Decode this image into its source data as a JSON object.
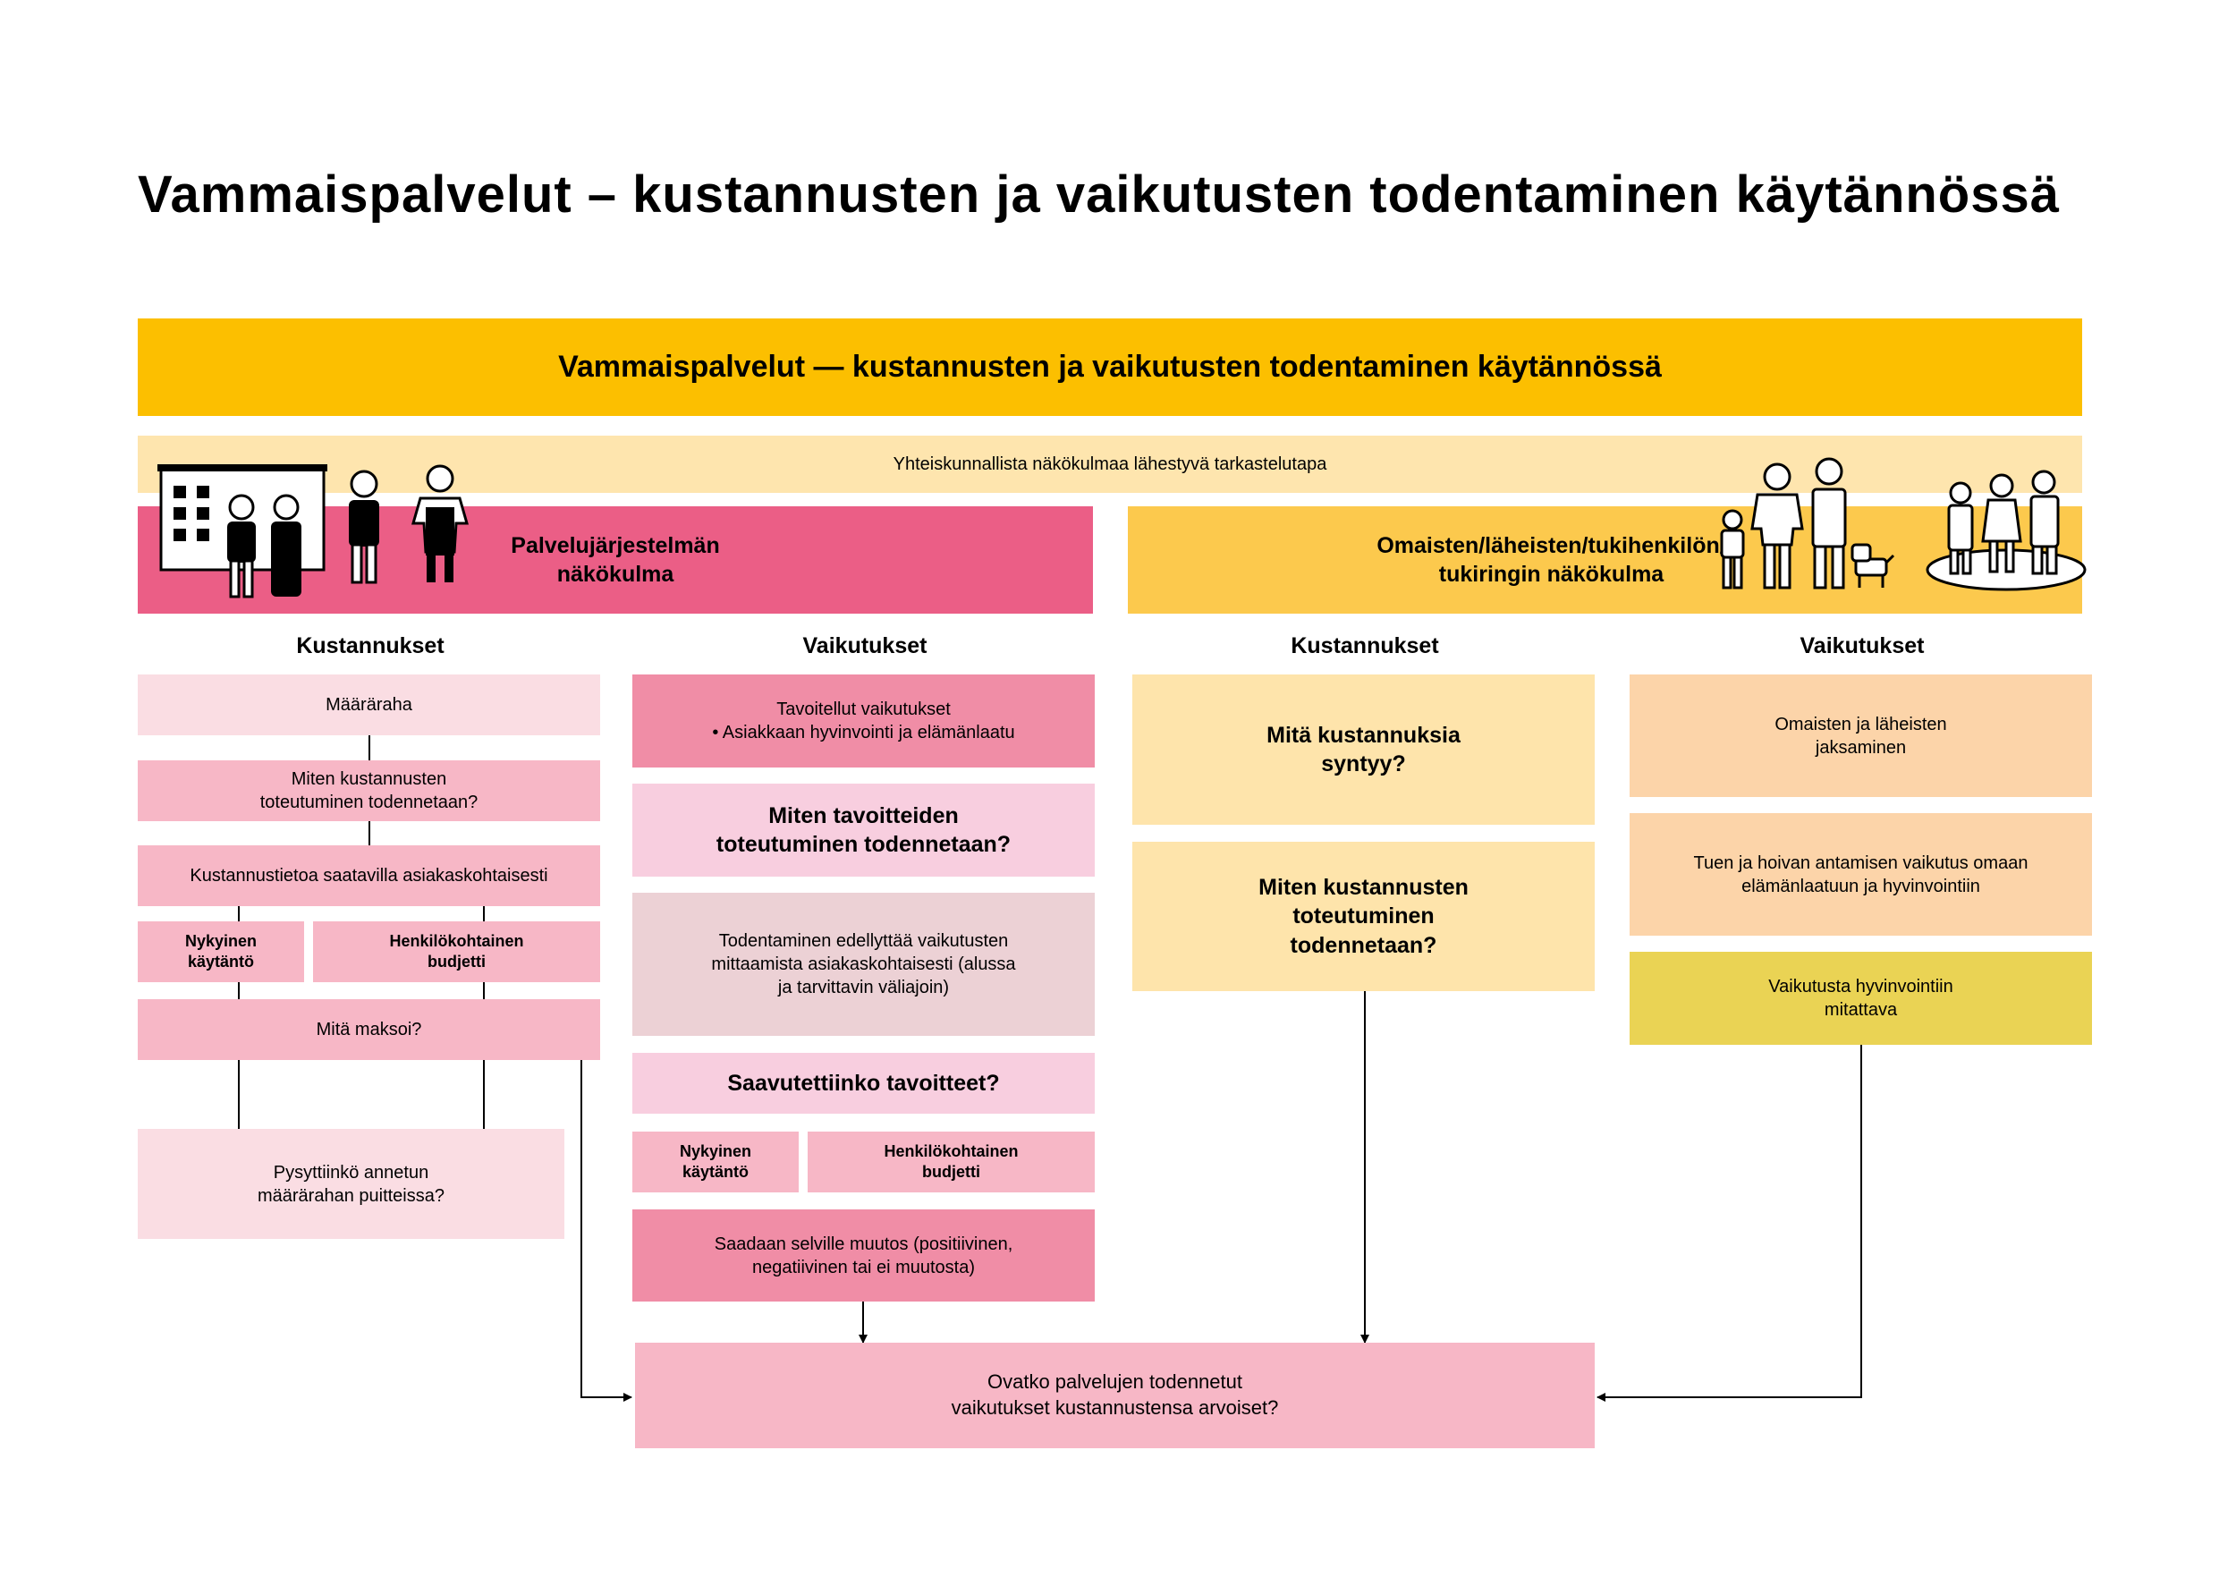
{
  "page_title": "Vammaispalvelut – kustannusten ja vaikutusten todentaminen käytännössä",
  "banner_title": "Vammaispalvelut — kustannusten ja vaikutusten todentaminen käytännössä",
  "subbanner_text": "Yhteiskunnallista näkökulmaa lähestyvä tarkastelutapa",
  "perspectives": {
    "service_system": "Palvelujärjestelmän\nnäkökulma",
    "relatives": "Omaisten/läheisten/tukihenkilön/\ntukiringin näkökulma"
  },
  "columns": {
    "service_costs": "Kustannukset",
    "service_effects": "Vaikutukset",
    "relatives_costs": "Kustannukset",
    "relatives_effects": "Vaikutukset"
  },
  "service_costs": {
    "appropriation": "Määräraha",
    "how_verified": "Miten kustannusten\ntoteutuminen todennetaan?",
    "cost_info": "Kustannustietoa saatavilla asiakaskohtaisesti",
    "current_practice": "Nykyinen\nkäytäntö",
    "personal_budget": "Henkilökohtainen\nbudjetti",
    "what_paid": "Mitä maksoi?",
    "within_budget": "Pysyttiinkö annetun\nmäärärahan puitteissa?"
  },
  "service_effects": {
    "target_effects": "Tavoitellut vaikutukset\n• Asiakkaan hyvinvointi ja elämänlaatu",
    "how_goals_verified": "Miten tavoitteiden\ntoteutuminen todennetaan?",
    "verification_requires": "Todentaminen edellyttää vaikutusten\nmittaamista asiakaskohtaisesti (alussa\nja tarvittavin väliajoin)",
    "goals_achieved": "Saavutettiinko tavoitteet?",
    "current_practice": "Nykyinen\nkäytäntö",
    "personal_budget": "Henkilökohtainen\nbudjetti",
    "change_found": "Saadaan selville muutos (positiivinen,\nnegatiivinen tai ei muutosta)"
  },
  "relatives_costs": {
    "what_costs": "Mitä kustannuksia\nsyntyy?",
    "how_verified": "Miten kustannusten\ntoteutuminen\ntodennetaan?"
  },
  "relatives_effects": {
    "coping": "Omaisten ja läheisten\njaksaminen",
    "care_impact": "Tuen ja hoivan antamisen vaikutus omaan\nelämänlaatuun ja hyvinvointiin",
    "measurable": "Vaikutusta hyvinvointiin\nmitattava"
  },
  "conclusion": "Ovatko palvelujen todennetut\nvaikutukset kustannustensa arvoiset?",
  "icons": [
    "building-icon",
    "person-icon",
    "family-icon",
    "dog-icon",
    "group-icon"
  ]
}
